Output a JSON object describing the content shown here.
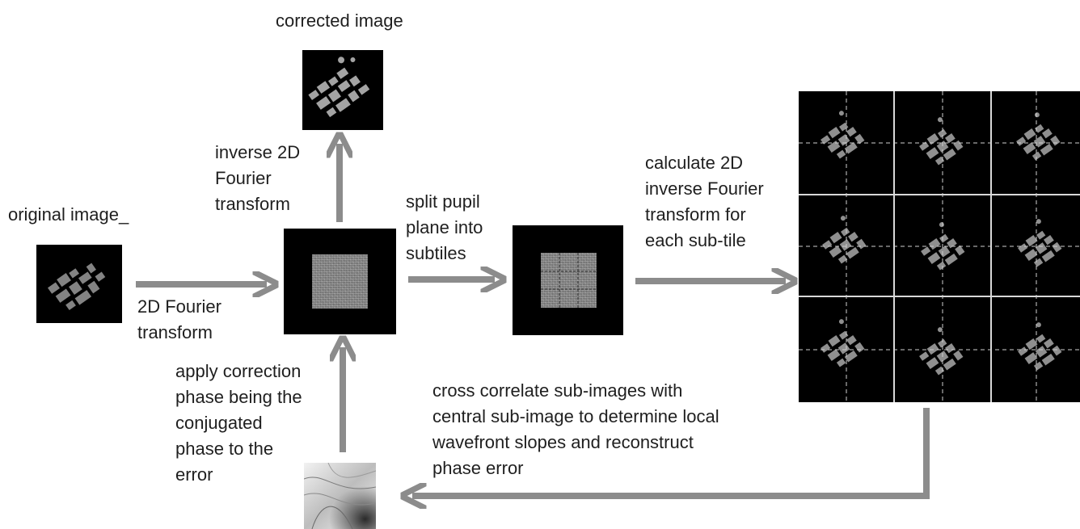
{
  "labels": {
    "original_image": "original image_",
    "corrected_image": "corrected image",
    "fourier_transform": "2D Fourier\ntransform",
    "inverse_fourier": "inverse 2D\nFourier\ntransform",
    "split_pupil": "split pupil\nplane into\nsubtiles",
    "calculate_inverse": "calculate 2D\ninverse Fourier\ntransform for\neach sub-tile",
    "apply_correction": "apply correction\nphase being the\nconjugated\nphase to the\nerror",
    "cross_correlate": "cross correlate sub-images with\ncentral sub-image to determine local\nwavefront slopes and reconstruct\nphase error"
  },
  "colors": {
    "arrow": "#8c8c8c",
    "image_background": "#000000",
    "grid_line": "#d8d8d8",
    "text": "#1f1f1f"
  },
  "sub_image_grid": {
    "rows": 3,
    "cols": 3
  }
}
